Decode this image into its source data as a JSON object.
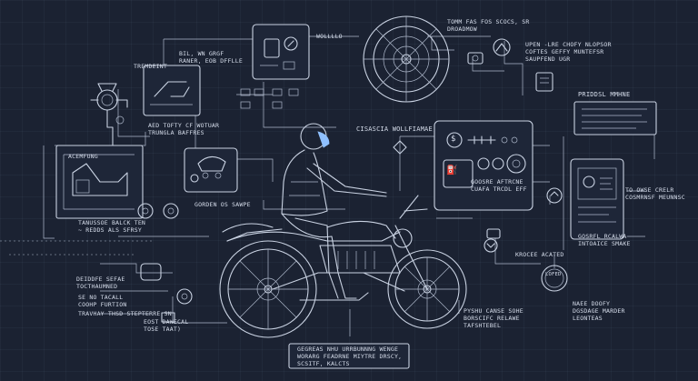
{
  "labels": {
    "top_right_a": "TOMM FAS FOS SCOCS, SR\nDROADMOW",
    "top_center": "WOLLLLO",
    "top_right_b": "UPEN -LRE CHOFY NLOPSOR\nCOFTES GEFFY MUNTEFSR\nSAUPFEND UGR",
    "top_left_a": "TREMDEINT",
    "top_left_b": "BIL, WN GRGF\nRANER, EOB DFFLLE",
    "left_mid": "AED TOFTY CF WOTUAR\nTRUNGLA BAFFRES",
    "left_edge": "ACEMFUNG",
    "schem_caption": "TANUSSOE BALCK TEN\n~ REDDS ALS SFRSY",
    "center_label": "CISASCIA WOLLFIAMAE",
    "right_panel_title": "PRIDDSL MMHNE",
    "gauge_caption": "GOOSRE AFTRCNE\nCUAFA TRCDL EFF",
    "mid_left_caption": "GORDEN OS SAWPE",
    "right_col_a": "TO OWSE CRELR\nCOSMRNSF MEUNNSC",
    "right_col_b": "GOSRFL RCALWA\nINTOAICE SMAKE",
    "right_col_c": "KROCEE ACATED",
    "left_low_a": "DEIDDFE SEFAE\nTOCTHAUMNED",
    "left_low_b": "SE NO TACALL\nCOOHP FURTION",
    "left_low_c": "TRAVHAY THSD STEPTERRE SN",
    "left_low_d": "EOST DAWECAL\nTOSE TAAT)",
    "bottom_center": "PYSHU CANSE SOHE\nBORSCIFC RELAWE\nTAFSHTEBEL",
    "right_low": "NAEE DOOFY\nDGSDAGE MARDER\nLEONTEAS",
    "footer": "GEGREAS NHU URRBUNNNG WENGE\nWORARG FEADRNE MIYTRE DRSCY,\nSCSITF, KALCTS",
    "badge": "LOFED"
  },
  "icons": [
    "gauge-icon",
    "wrench-icon",
    "gear-icon",
    "helmet-icon",
    "dollar-icon",
    "chart-icon",
    "fuel-icon",
    "engine-icon",
    "arrow-icon"
  ],
  "colors": {
    "background": "#1b2232",
    "line": "#c9d2e2",
    "visor": "#8fc0ff"
  }
}
